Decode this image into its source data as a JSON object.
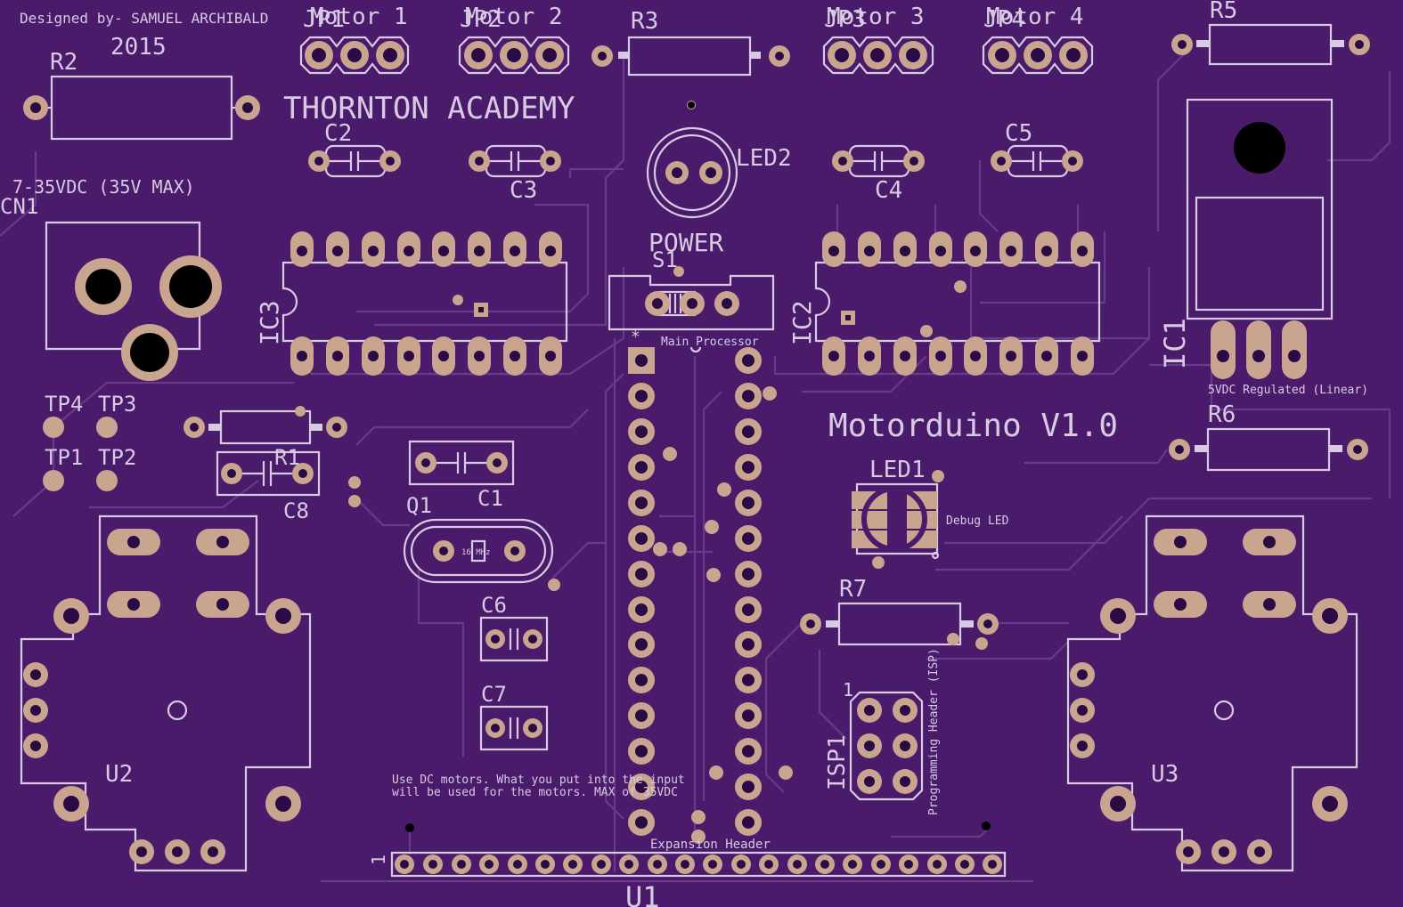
{
  "labels": {
    "designer": "Designed by- SAMUEL ARCHIBALD",
    "year": "2015",
    "school": "THORNTON ACADEMY",
    "project": "Motorduino V1.0",
    "power_spec": "7-35VDC (35V MAX)",
    "cn1": "CN1",
    "r1": "R1",
    "r2": "R2",
    "r3": "R3",
    "r5": "R5",
    "r6": "R6",
    "r7": "R7",
    "c1": "C1",
    "c2": "C2",
    "c3": "C3",
    "c4": "C4",
    "c5": "C5",
    "c6": "C6",
    "c7": "C7",
    "c8": "C8",
    "tp1": "TP1",
    "tp2": "TP2",
    "tp3": "TP3",
    "tp4": "TP4",
    "q1": "Q1",
    "u1": "U1",
    "u2": "U2",
    "u3": "U3",
    "ic1": "IC1",
    "ic2": "IC2",
    "ic3": "IC3",
    "led1": "LED1",
    "led2": "LED2",
    "s1": "S1",
    "isp1": "ISP1",
    "jp1": "JP1",
    "jp2": "JP2",
    "jp3": "JP3",
    "jp4": "JP4",
    "motor1": "Motor 1",
    "motor2": "Motor 2",
    "motor3": "Motor 3",
    "motor4": "Motor 4",
    "power": "POWER",
    "main_processor": "Main Processor",
    "regulator": "5VDC Regulated (Linear)",
    "debug_led": "Debug LED",
    "isp_header": "Programming Header (ISP)",
    "expansion_header": "Expansion Header",
    "note_line1": "Use DC motors. What you put into the input",
    "note_line2": "will be used for the motors. MAX of 35VDC",
    "pin1_marker": "1",
    "isp_pin1": "1",
    "crystal_marking": "16 MHz"
  },
  "colors": {
    "board": "#4a1a6b",
    "trace": "#6a3a8a",
    "silkscreen": "#d7cbe3",
    "pad": "#c9a48e"
  }
}
